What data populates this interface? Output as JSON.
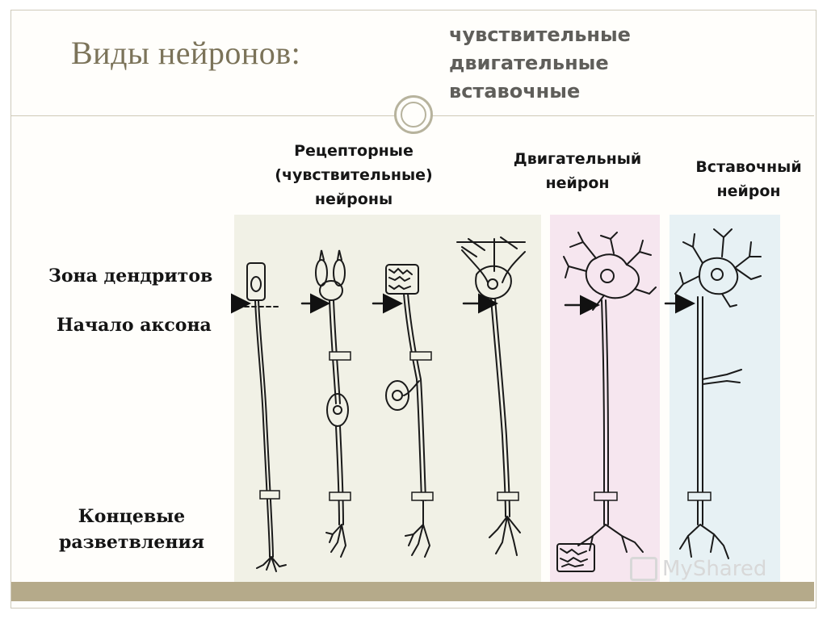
{
  "title": "Виды нейронов:",
  "neuron_types": [
    "чувствительные",
    "двигательные",
    "вставочные"
  ],
  "column_headers": {
    "receptor": [
      "Рецепторные",
      "(чувствительные)",
      "нейроны"
    ],
    "motor": [
      "Двигательный",
      "нейрон"
    ],
    "interneuron": [
      "Вставочный",
      "нейрон"
    ]
  },
  "row_labels": {
    "dendrite_zone": "Зона дендритов",
    "axon_start": "Начало аксона",
    "terminal_branches": [
      "Концевые",
      "разветвления"
    ]
  },
  "watermark": "MyShared",
  "colors": {
    "title": "#7b7359",
    "receptor_panel": "#f1f1e6",
    "motor_panel": "#f6e6ef",
    "interneuron_panel": "#e7f1f4",
    "footer_bar": "#b5aa8a"
  }
}
